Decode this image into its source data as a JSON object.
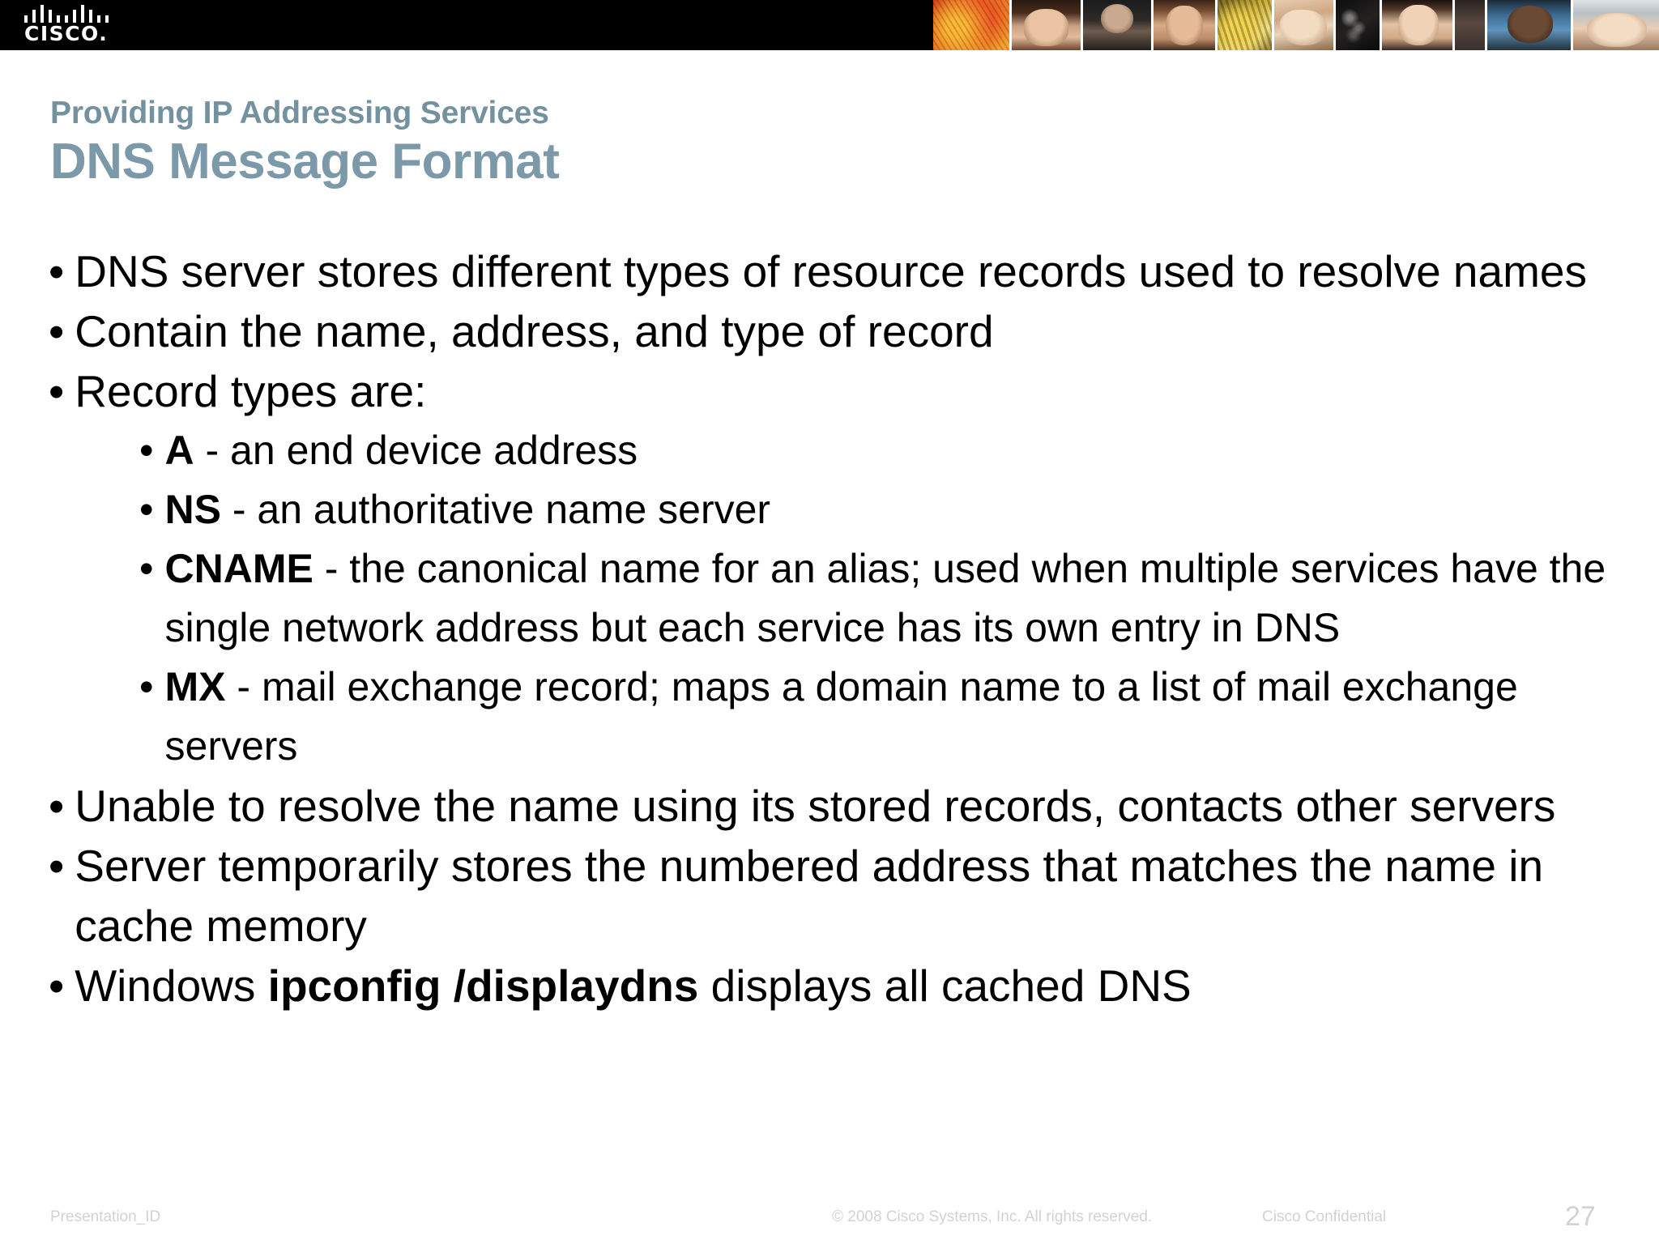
{
  "header": {
    "logo": {
      "wordmark": "CISCO.",
      "icon_name": "cisco-bridge-logo",
      "bar_heights": [
        9,
        16,
        22,
        16,
        9,
        9,
        16,
        22,
        16,
        9,
        9
      ]
    },
    "photo_strip": [
      {
        "name": "photo-warm-abstract",
        "style": "ph-warm",
        "width": 108
      },
      {
        "name": "photo-young-woman",
        "style": "ph-face-a",
        "width": 98
      },
      {
        "name": "photo-man-in-suit",
        "style": "ph-suit",
        "width": 96
      },
      {
        "name": "photo-woman-portrait",
        "style": "ph-face-b",
        "width": 88
      },
      {
        "name": "photo-yellow-fabric",
        "style": "ph-yellow",
        "width": 78
      },
      {
        "name": "photo-raised-hands",
        "style": "ph-hands",
        "width": 84
      },
      {
        "name": "photo-dark-artwork",
        "style": "ph-dark-art",
        "width": 64
      },
      {
        "name": "photo-asian-woman",
        "style": "ph-face-c",
        "width": 100
      },
      {
        "name": "photo-brown-panel",
        "style": "ph-brown",
        "width": 44
      },
      {
        "name": "photo-man-blue-background",
        "style": "ph-blue",
        "width": 118
      },
      {
        "name": "photo-person-with-cap",
        "style": "ph-cap",
        "width": 118
      }
    ]
  },
  "title": {
    "eyebrow": "Providing IP Addressing Services",
    "main": "DNS Message Format",
    "eyebrow_color": "#74919f",
    "main_color": "#7b99a8"
  },
  "body": {
    "bullets": [
      {
        "level": 1,
        "marker": "•",
        "segments": [
          {
            "text": "DNS server stores different types of resource records used to resolve names",
            "bold": false
          }
        ]
      },
      {
        "level": 1,
        "marker": "•",
        "segments": [
          {
            "text": "Contain the name, address, and type of record",
            "bold": false
          }
        ]
      },
      {
        "level": 1,
        "marker": "•",
        "segments": [
          {
            "text": "Record types are:",
            "bold": false
          }
        ]
      },
      {
        "level": 2,
        "marker": "•",
        "segments": [
          {
            "text": "A",
            "bold": true
          },
          {
            "text": " - an end device address",
            "bold": false
          }
        ]
      },
      {
        "level": 2,
        "marker": "•",
        "segments": [
          {
            "text": "NS",
            "bold": true
          },
          {
            "text": " - an authoritative name server",
            "bold": false
          }
        ]
      },
      {
        "level": 2,
        "marker": "•",
        "segments": [
          {
            "text": "CNAME",
            "bold": true
          },
          {
            "text": " - the canonical name for an alias; used when multiple services have the single network address but each service has its own entry in DNS",
            "bold": false
          }
        ]
      },
      {
        "level": 2,
        "marker": "•",
        "segments": [
          {
            "text": "MX",
            "bold": true
          },
          {
            "text": " - mail exchange record; maps a domain name to a list of mail exchange servers",
            "bold": false
          }
        ]
      },
      {
        "level": 1,
        "marker": "•",
        "segments": [
          {
            "text": "Unable to resolve the name using its stored records, contacts other servers",
            "bold": false
          }
        ]
      },
      {
        "level": 1,
        "marker": "•",
        "segments": [
          {
            "text": "Server temporarily stores the numbered address that matches the name in cache memory",
            "bold": false
          }
        ]
      },
      {
        "level": 1,
        "marker": "•",
        "segments": [
          {
            "text": "Windows ",
            "bold": false
          },
          {
            "text": "ipconfig /displaydns",
            "bold": true
          },
          {
            "text": " displays all cached DNS",
            "bold": false
          }
        ]
      }
    ]
  },
  "footer": {
    "presentation_id": "Presentation_ID",
    "copyright": "© 2008 Cisco Systems, Inc. All rights reserved.",
    "confidential": "Cisco Confidential",
    "page_number": "27"
  }
}
